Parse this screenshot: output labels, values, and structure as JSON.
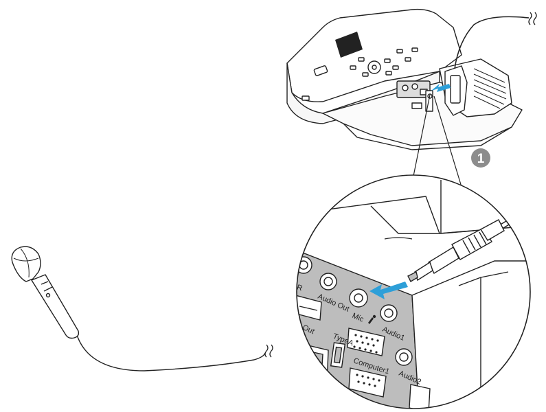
{
  "step_badge": "1",
  "port_labels": {
    "audio_out": "Audio Out",
    "mic": "Mic",
    "audio1": "Audio1",
    "audio2": "Audio2",
    "monitor_out": "or Out",
    "type_a": "TypeA",
    "computer1": "Computer1",
    "partial_r": "-R"
  },
  "colors": {
    "arrow": "#2d9fd8",
    "panel": "#bdbdbd",
    "badge": "#8c8c8c",
    "line": "#222222"
  },
  "icons": {
    "cable_break": "cable-break-icon",
    "mic_symbol": "microphone-symbol-icon"
  }
}
